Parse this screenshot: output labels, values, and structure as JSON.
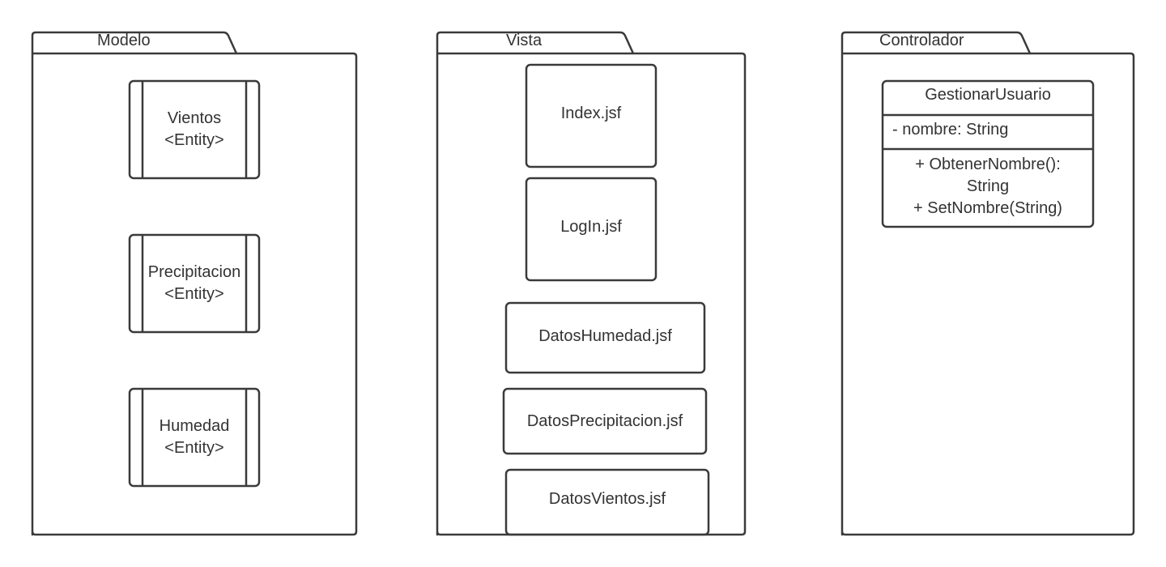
{
  "colors": {
    "stroke": "#3a3a3a",
    "text": "#333333",
    "background": "#ffffff"
  },
  "packages": {
    "modelo": {
      "title": "Modelo",
      "entities": [
        {
          "name": "Vientos",
          "stereotype": "<Entity>"
        },
        {
          "name": "Precipitacion",
          "stereotype": "<Entity>"
        },
        {
          "name": "Humedad",
          "stereotype": "<Entity>"
        }
      ]
    },
    "vista": {
      "title": "Vista",
      "pages": [
        "Index.jsf",
        "LogIn.jsf",
        "DatosHumedad.jsf",
        "DatosPrecipitacion.jsf",
        "DatosVientos.jsf"
      ]
    },
    "controlador": {
      "title": "Controlador",
      "class": {
        "name": "GestionarUsuario",
        "attribute": "- nombre: String",
        "method_1_line_1": "+ ObtenerNombre():",
        "method_1_line_2": "String",
        "method_2": "+ SetNombre(String)"
      }
    }
  }
}
